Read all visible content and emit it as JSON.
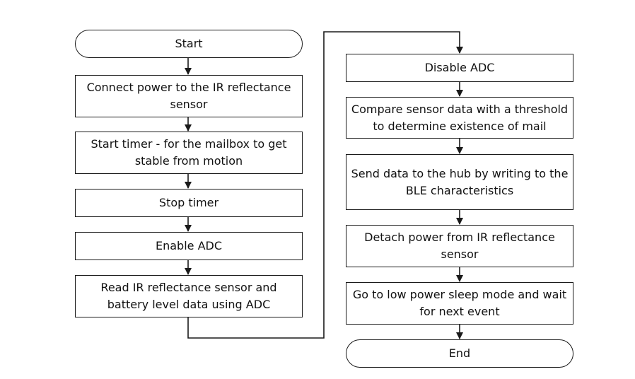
{
  "flowchart": {
    "left_column": [
      {
        "id": "start",
        "shape": "terminal",
        "text": "Start"
      },
      {
        "id": "connect-power",
        "shape": "process",
        "text": "Connect power to the IR reflectance sensor"
      },
      {
        "id": "start-timer",
        "shape": "process",
        "text": "Start timer - for the mailbox to get stable from motion"
      },
      {
        "id": "stop-timer",
        "shape": "process",
        "text": "Stop timer"
      },
      {
        "id": "enable-adc",
        "shape": "process",
        "text": "Enable ADC"
      },
      {
        "id": "read-sensor",
        "shape": "process",
        "text": "Read IR reflectance sensor and battery level data using ADC"
      }
    ],
    "right_column": [
      {
        "id": "disable-adc",
        "shape": "process",
        "text": "Disable ADC"
      },
      {
        "id": "compare-threshold",
        "shape": "process",
        "text": "Compare sensor data with a threshold to determine existence of mail"
      },
      {
        "id": "send-data",
        "shape": "process",
        "text": "Send data to the hub by writing to the BLE characteristics"
      },
      {
        "id": "detach-power",
        "shape": "process",
        "text": "Detach power from IR reflectance sensor"
      },
      {
        "id": "low-power-sleep",
        "shape": "process",
        "text": "Go to low power sleep mode and wait for next event"
      },
      {
        "id": "end",
        "shape": "terminal",
        "text": "End"
      }
    ],
    "colors": {
      "stroke": "#1a1a1a",
      "fill": "#ffffff",
      "text": "#111111"
    }
  }
}
